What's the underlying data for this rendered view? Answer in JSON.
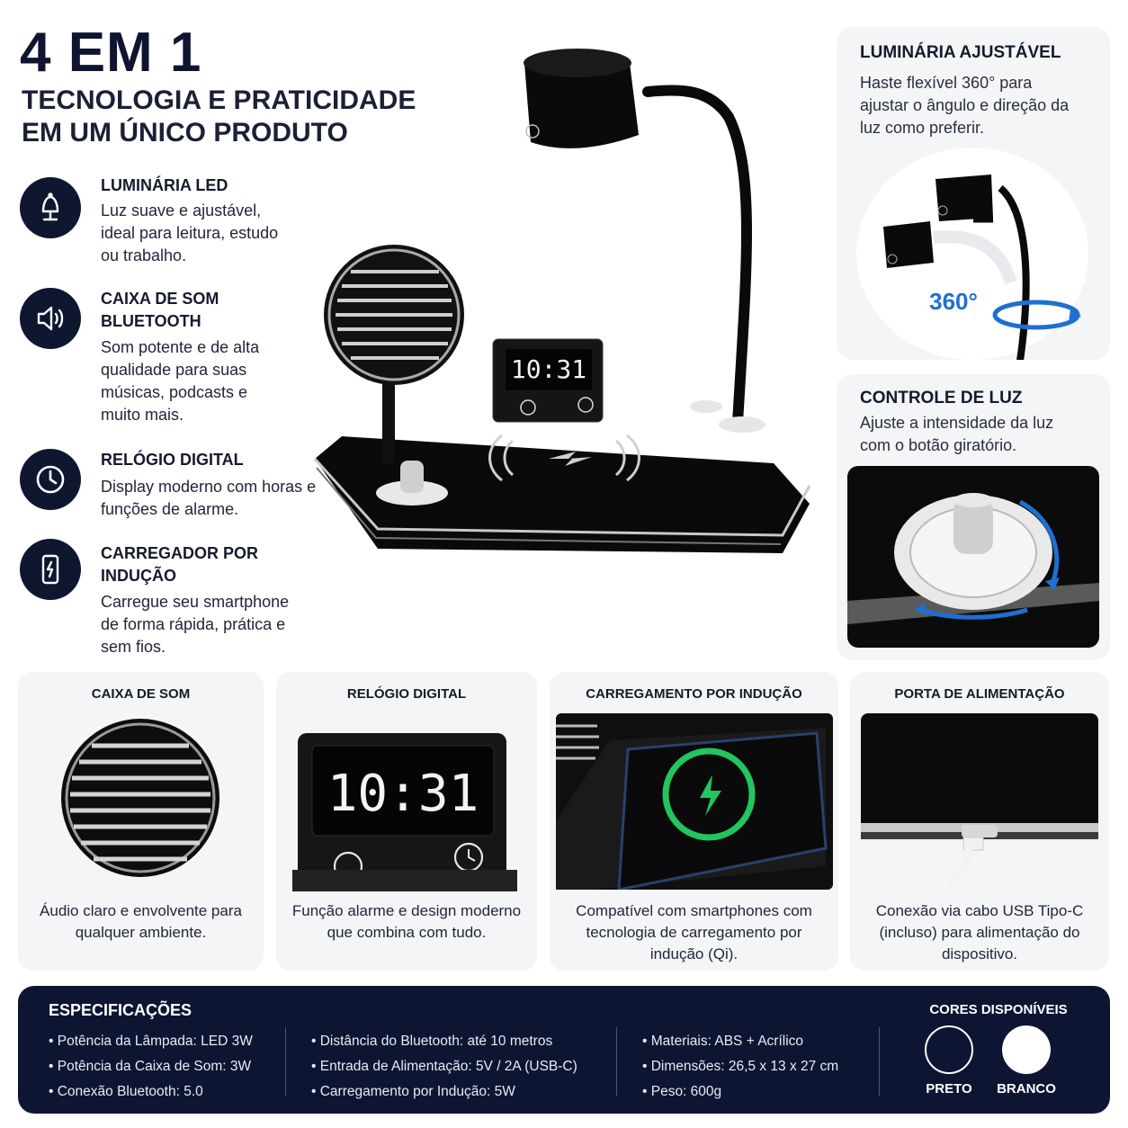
{
  "header": {
    "title": "4 EM 1",
    "subtitle": "TECNOLOGIA E PRATICIDADE EM UM ÚNICO PRODUTO"
  },
  "features": [
    {
      "icon": "lamp-icon",
      "title": "LUMINÁRIA LED",
      "desc": "Luz suave e ajustável, ideal para leitura, estudo ou trabalho."
    },
    {
      "icon": "speaker-icon",
      "title": "CAIXA DE SOM BLUETOOTH",
      "desc": "Som potente e de alta qualidade para suas músicas, podcasts e muito mais."
    },
    {
      "icon": "clock-icon",
      "title": "RELÓGIO DIGITAL",
      "desc": "Display moderno com horas e funções de alarme."
    },
    {
      "icon": "phone-charging-icon",
      "title": "CARREGADOR POR INDUÇÃO",
      "desc": "Carregue seu smartphone de forma rápida, prática e sem fios."
    }
  ],
  "product": {
    "clock_time": "10:31"
  },
  "side_cards": {
    "lamp": {
      "title": "LUMINÁRIA AJUSTÁVEL",
      "text": "Haste flexível 360° para ajustar o ângulo e direção da luz como preferir.",
      "badge": "360°"
    },
    "light": {
      "title": "CONTROLE DE LUZ",
      "text": "Ajuste a intensidade da luz com o botão giratório."
    }
  },
  "bottom_cards": [
    {
      "title": "CAIXA DE SOM",
      "text": "Áudio claro e envolvente para qualquer ambiente."
    },
    {
      "title": "RELÓGIO DIGITAL",
      "text": "Função alarme e design moderno que combina com tudo.",
      "clock_time": "10:31"
    },
    {
      "title": "CARREGAMENTO POR INDUÇÃO",
      "text": "Compatível com smartphones com tecnologia de carregamento por indução (Qi)."
    },
    {
      "title": "PORTA DE ALIMENTAÇÃO",
      "text": "Conexão via cabo USB Tipo-C (incluso) para alimentação do dispositivo."
    }
  ],
  "specs": {
    "title": "ESPECIFICAÇÕES",
    "col1": [
      "Potência da Lâmpada: LED 3W",
      "Potência da Caixa de Som: 3W",
      "Conexão Bluetooth: 5.0"
    ],
    "col2": [
      "Distância do Bluetooth: até 10 metros",
      "Entrada de Alimentação: 5V / 2A (USB-C)",
      "Carregamento por Indução: 5W"
    ],
    "col3": [
      "Materiais: ABS + Acrílico",
      "Dimensões: 26,5 x 13 x 27 cm",
      "Peso: 600g"
    ],
    "colors_title": "CORES DISPONÍVEIS",
    "colors": [
      {
        "label": "PRETO",
        "hex": "#0d1532"
      },
      {
        "label": "BRANCO",
        "hex": "#ffffff"
      }
    ]
  },
  "theme": {
    "navy": "#0f1630",
    "accent_blue": "#1f6fd1",
    "charge_green": "#22c55e"
  }
}
